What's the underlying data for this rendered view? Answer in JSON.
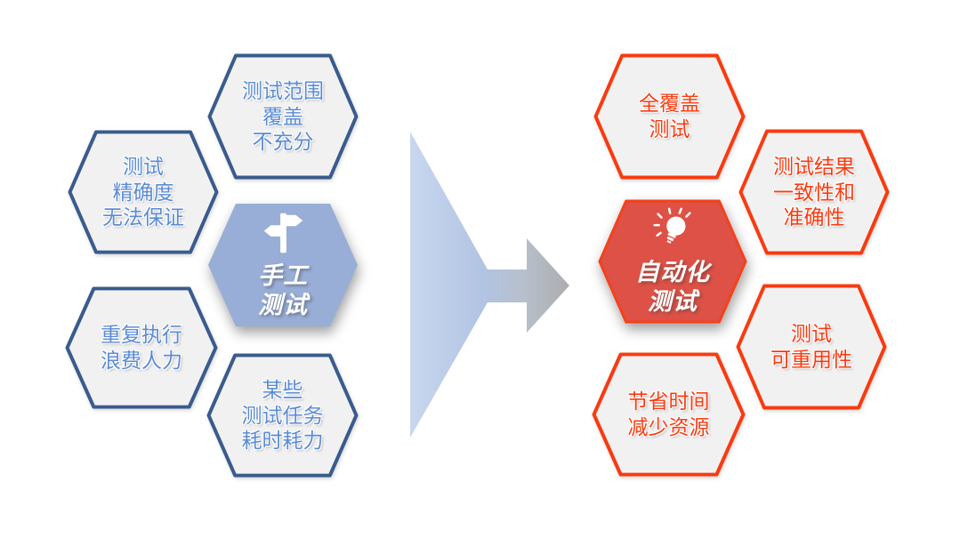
{
  "palette": {
    "background": "#FFFFFF",
    "left_border_blue": "#3A5B8C",
    "left_text_blue": "#5B8BD4",
    "satellite_fill_gray": "#F1F1F2",
    "manual_center_fill_blue": "#98AED6",
    "right_border_red": "#F83B10",
    "right_text_red": "#F83B10",
    "auto_center_fill_red": "#DD5146",
    "center_text_white": "#FFFFFF",
    "arrow_gradient_from": "#C9D7EF",
    "arrow_gradient_to": "#ACADAF"
  },
  "left_cluster": {
    "center": {
      "label": "手工\n测试",
      "icon": "signpost-icon"
    },
    "items": [
      {
        "label": "测试范围\n覆盖\n不充分"
      },
      {
        "label": "测试\n精确度\n无法保证"
      },
      {
        "label": "重复执行\n浪费人力"
      },
      {
        "label": "某些\n测试任务\n耗时耗力"
      }
    ]
  },
  "arrow": {
    "direction": "right"
  },
  "right_cluster": {
    "center": {
      "label": "自动化\n测试",
      "icon": "bulb-icon"
    },
    "items": [
      {
        "label": "全覆盖\n测试"
      },
      {
        "label": "测试结果\n一致性和\n准确性"
      },
      {
        "label": "测试\n可重用性"
      },
      {
        "label": "节省时间\n减少资源"
      }
    ]
  }
}
